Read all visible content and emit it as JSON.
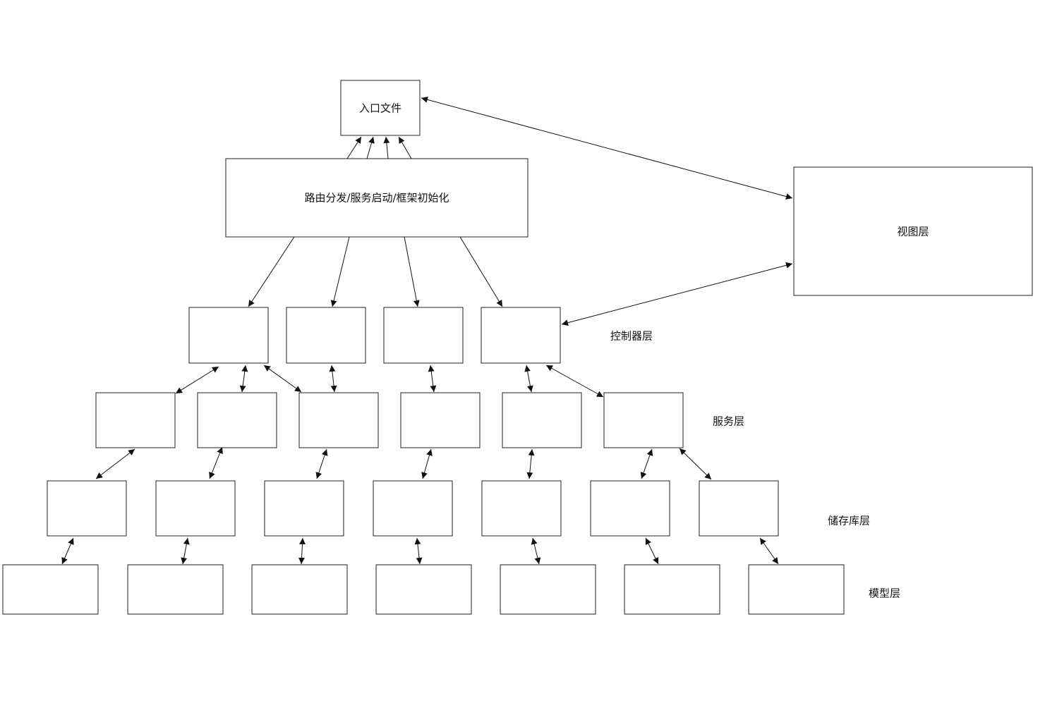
{
  "colors": {
    "stroke": "#222222",
    "background": "#ffffff",
    "text": "#111111"
  },
  "nodes": {
    "entry": {
      "label": "入口文件"
    },
    "router": {
      "label": "路由分发/服务启动/框架初始化"
    },
    "view": {
      "label": "视图层"
    }
  },
  "layers": {
    "controller": {
      "label": "控制器层"
    },
    "service": {
      "label": "服务层"
    },
    "repository": {
      "label": "储存库层"
    },
    "model": {
      "label": "模型层"
    }
  }
}
